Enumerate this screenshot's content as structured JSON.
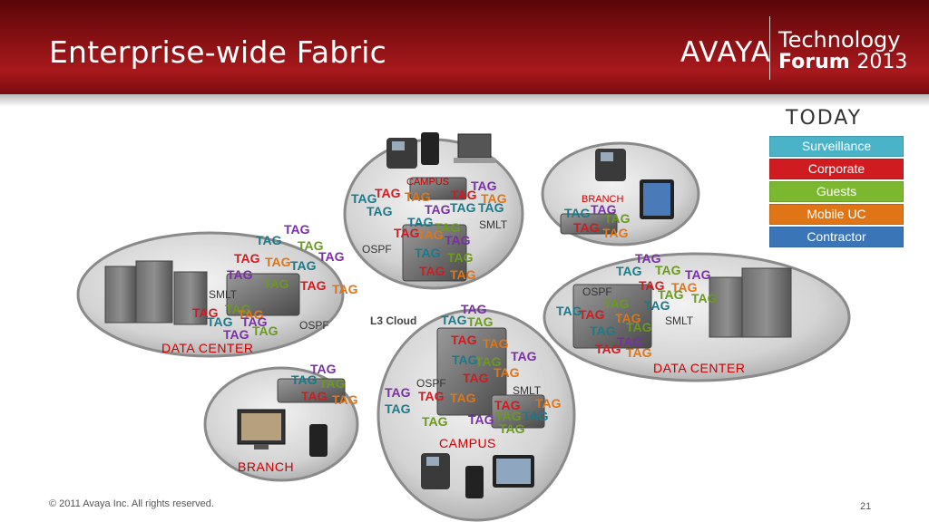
{
  "slide": {
    "title": "Enterprise-wide Fabric",
    "brand": "AVAYA",
    "event_line1": "Technology",
    "event_line2": "Forum",
    "event_year": "2013",
    "footer": "© 2011 Avaya Inc. All rights reserved.",
    "page_number": "21"
  },
  "legend": {
    "title": "TODAY",
    "items": [
      {
        "label": "Surveillance",
        "color": "#4bb3c7"
      },
      {
        "label": "Corporate",
        "color": "#d01c21"
      },
      {
        "label": "Guests",
        "color": "#7cb82f"
      },
      {
        "label": "Mobile UC",
        "color": "#e07516"
      },
      {
        "label": "Contractor",
        "color": "#3a75b8"
      }
    ]
  },
  "network": {
    "tag_word": "TAG",
    "tag_colors": [
      "#7b2fa6",
      "#1a7a8a",
      "#d01c21",
      "#6a9a1e",
      "#e07516"
    ],
    "sites": {
      "campus_top": {
        "label": "CAMPUS",
        "protocol1": "OSPF",
        "protocol2": "SMLT"
      },
      "branch_top_right": {
        "label": "BRANCH"
      },
      "data_center_left": {
        "label": "DATA CENTER",
        "protocol1": "SMLT",
        "protocol2": "OSPF"
      },
      "data_center_right": {
        "label": "DATA CENTER",
        "protocol1": "OSPF",
        "protocol2": "SMLT"
      },
      "campus_bottom": {
        "label": "CAMPUS",
        "protocol1": "OSPF",
        "protocol2": "SMLT"
      },
      "branch_bottom_left": {
        "label": "BRANCH"
      },
      "cloud": {
        "label": "L3 Cloud"
      }
    }
  }
}
